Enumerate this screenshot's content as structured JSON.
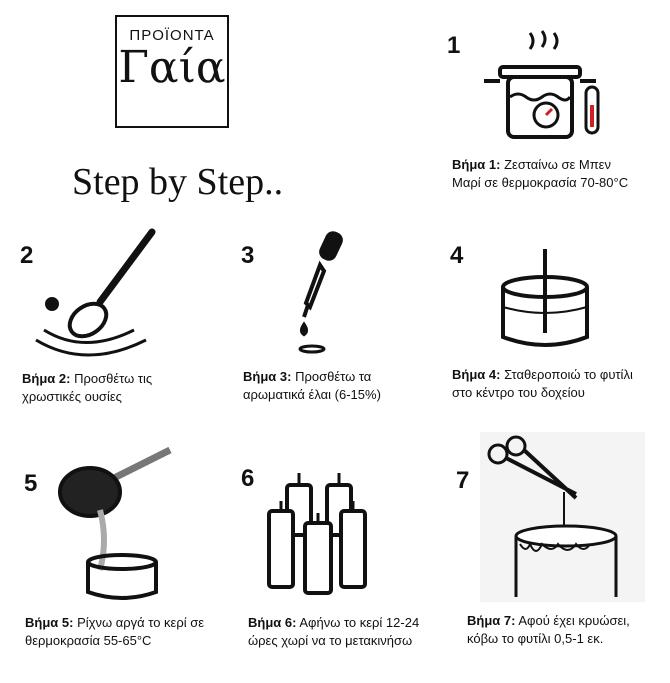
{
  "logo": {
    "brand": "ΠΡΟΪΟΝΤΑ",
    "name": "Γαία"
  },
  "title": "Step by Step..",
  "steps": [
    {
      "number": "1",
      "label": "Βήμα 1:",
      "text": "Ζεσταίνω σε Μπεν",
      "text2": "Μαρί σε θερμοκρασία 70-80°C",
      "icon": "double-boiler-icon"
    },
    {
      "number": "2",
      "label": "Βήμα 2:",
      "text": "Προσθέτω τις",
      "text2": "χρωστικές ουσίες",
      "icon": "spoon-icon"
    },
    {
      "number": "3",
      "label": "Βήμα 3:",
      "text": "Προσθέτω τα",
      "text2": "αρωματικά έλαι (6-15%)",
      "icon": "dropper-icon"
    },
    {
      "number": "4",
      "label": "Βήμα 4:",
      "text": "Σταθεροποιώ το φυτίλι",
      "text2": "στο κέντρο του δοχείου",
      "icon": "jar-wick-icon"
    },
    {
      "number": "5",
      "label": "Βήμα 5:",
      "text": "Ρίχνω αργά το κερί σε",
      "text2": "θερμοκρασία 55-65°C",
      "icon": "pouring-wax-icon"
    },
    {
      "number": "6",
      "label": "Βήμα 6:",
      "text": "Αφήνω το κερί 12-24",
      "text2": "ώρες χωρί να το μετακινήσω",
      "icon": "candles-icon"
    },
    {
      "number": "7",
      "label": "Βήμα 7:",
      "text": "Αφού έχει κρυώσει,",
      "text2": "κόβω το φυτίλι 0,5-1 εκ.",
      "icon": "scissors-candle-icon"
    }
  ]
}
